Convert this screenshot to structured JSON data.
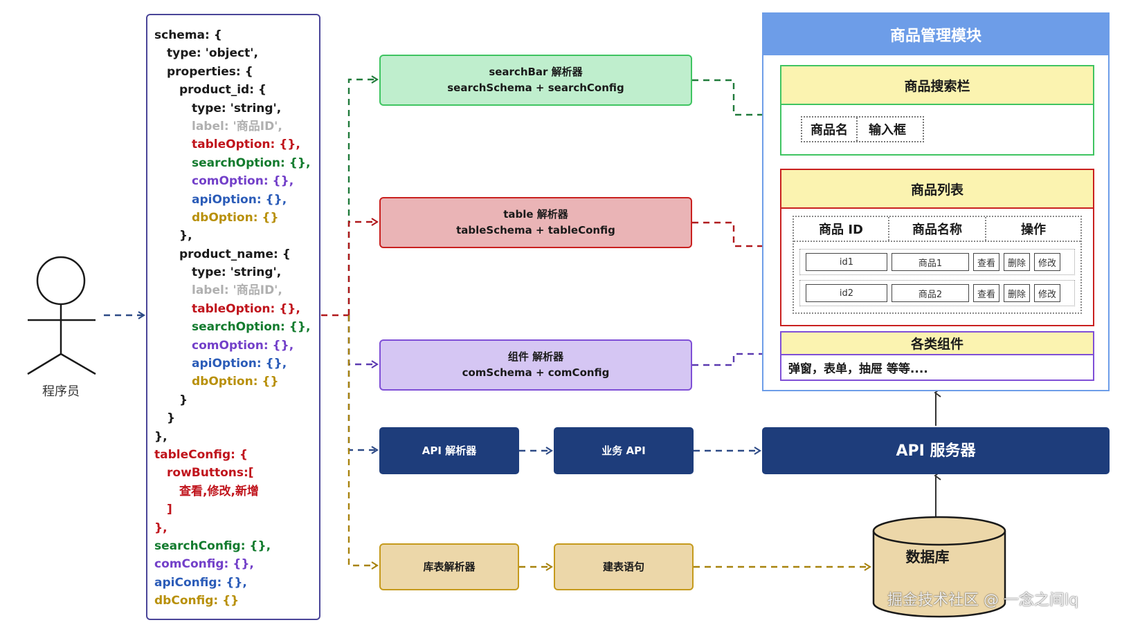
{
  "actor": {
    "label": "程序员"
  },
  "schema_code": {
    "lines": [
      {
        "text": "schema: {",
        "indent": 0,
        "color": "black"
      },
      {
        "text": "type: 'object',",
        "indent": 1,
        "color": "black"
      },
      {
        "text": "properties: {",
        "indent": 1,
        "color": "black"
      },
      {
        "text": "product_id: {",
        "indent": 2,
        "color": "black"
      },
      {
        "text": "type: 'string',",
        "indent": 3,
        "color": "black"
      },
      {
        "text": "label: '商品ID',",
        "indent": 3,
        "color": "gray"
      },
      {
        "text": "tableOption: {},",
        "indent": 3,
        "color": "red"
      },
      {
        "text": "searchOption: {},",
        "indent": 3,
        "color": "green"
      },
      {
        "text": "comOption: {},",
        "indent": 3,
        "color": "purple"
      },
      {
        "text": "apiOption: {},",
        "indent": 3,
        "color": "blue"
      },
      {
        "text": "dbOption: {}",
        "indent": 3,
        "color": "gold"
      },
      {
        "text": "},",
        "indent": 2,
        "color": "black"
      },
      {
        "text": "product_name: {",
        "indent": 2,
        "color": "black"
      },
      {
        "text": "type: 'string',",
        "indent": 3,
        "color": "black"
      },
      {
        "text": "label: '商品ID',",
        "indent": 3,
        "color": "gray"
      },
      {
        "text": "tableOption: {},",
        "indent": 3,
        "color": "red"
      },
      {
        "text": "searchOption: {},",
        "indent": 3,
        "color": "green"
      },
      {
        "text": "comOption: {},",
        "indent": 3,
        "color": "purple"
      },
      {
        "text": "apiOption: {},",
        "indent": 3,
        "color": "blue"
      },
      {
        "text": "dbOption: {}",
        "indent": 3,
        "color": "gold"
      },
      {
        "text": "}",
        "indent": 2,
        "color": "black"
      },
      {
        "text": "}",
        "indent": 1,
        "color": "black"
      },
      {
        "text": "},",
        "indent": 0,
        "color": "black"
      },
      {
        "text": "tableConfig: {",
        "indent": 0,
        "color": "red"
      },
      {
        "text": "rowButtons:[",
        "indent": 1,
        "color": "red"
      },
      {
        "text": "查看,修改,新增",
        "indent": 2,
        "color": "red"
      },
      {
        "text": "]",
        "indent": 1,
        "color": "red"
      },
      {
        "text": "},",
        "indent": 0,
        "color": "red"
      },
      {
        "text": "searchConfig: {},",
        "indent": 0,
        "color": "green"
      },
      {
        "text": "comConfig: {},",
        "indent": 0,
        "color": "purple"
      },
      {
        "text": "apiConfig: {},",
        "indent": 0,
        "color": "blue"
      },
      {
        "text": "dbConfig: {}",
        "indent": 0,
        "color": "gold"
      }
    ]
  },
  "parsers": {
    "search": {
      "title": "searchBar 解析器",
      "subtitle": "searchSchema + searchConfig"
    },
    "table": {
      "title": "table 解析器",
      "subtitle": "tableSchema + tableConfig"
    },
    "com": {
      "title": "组件 解析器",
      "subtitle": "comSchema + comConfig"
    },
    "api": {
      "title": "API 解析器"
    },
    "biz_api": {
      "title": "业务 API"
    },
    "api_server": {
      "title": "API 服务器"
    },
    "db_parser": {
      "title": "库表解析器"
    },
    "ddl": {
      "title": "建表语句"
    }
  },
  "module": {
    "title": "商品管理模块",
    "search_bar": {
      "title": "商品搜索栏",
      "field_label": "商品名",
      "field_input": "输入框"
    },
    "list": {
      "title": "商品列表",
      "columns": [
        "商品 ID",
        "商品名称",
        "操作"
      ],
      "rows": [
        {
          "id": "id1",
          "name": "商品1",
          "buttons": [
            "查看",
            "删除",
            "修改"
          ]
        },
        {
          "id": "id2",
          "name": "商品2",
          "buttons": [
            "查看",
            "删除",
            "修改"
          ]
        }
      ]
    },
    "components": {
      "title": "各类组件",
      "text": "弹窗，表单，抽屉 等等...."
    }
  },
  "database": {
    "label": "数据库"
  },
  "watermark": "掘金技术社区 @ 一念之间lq",
  "colors": {
    "green": "#3fc461",
    "red": "#c9201f",
    "purple": "#7f4fd6",
    "navy": "#1e3d7b",
    "gold": "#c59a1c",
    "blue_header": "#6d9de8"
  }
}
